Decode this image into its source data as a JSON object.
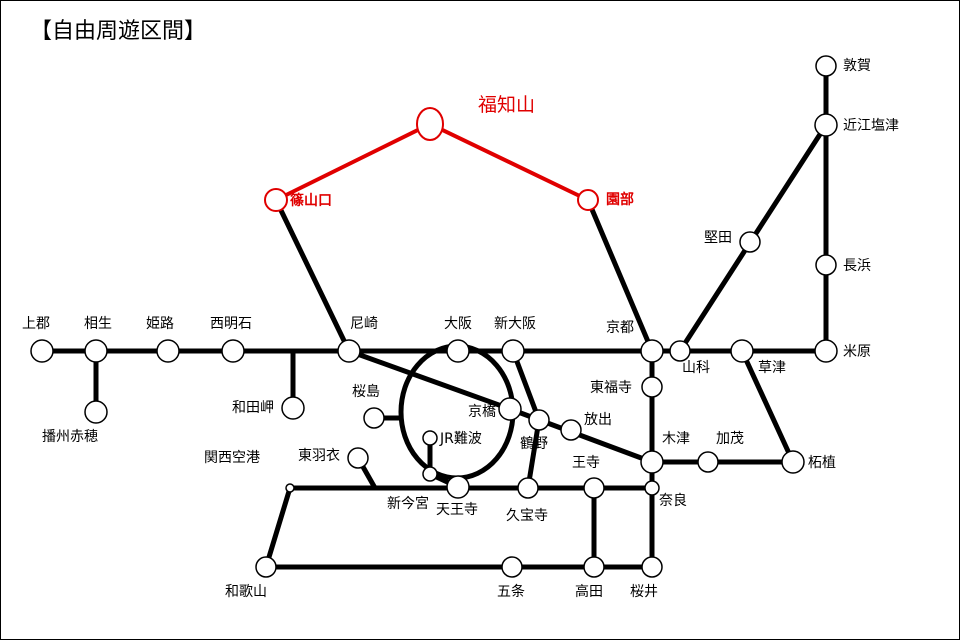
{
  "title": "【自由周遊区間】",
  "stations": {
    "kamigori": "上郡",
    "aioi": "相生",
    "himeji": "姫路",
    "nishiakashi": "西明石",
    "banshu_ako": "播州赤穂",
    "wadamisaki": "和田岬",
    "amagasaki": "尼崎",
    "sakurajima": "桜島",
    "osaka": "大阪",
    "shin_osaka": "新大阪",
    "kyobashi": "京橋",
    "jr_namba": "JR難波",
    "tsuruhashi": "鶴野",
    "hanaten": "放出",
    "shin_imamiya": "新今宮",
    "tennoji": "天王寺",
    "kudara": "久宝寺",
    "oji": "王寺",
    "kansai_airport": "関西空港",
    "higashi_hagoromo": "東羽衣",
    "wakayama": "和歌山",
    "gojo": "五条",
    "takada": "高田",
    "sakurai": "桜井",
    "nara": "奈良",
    "kyoto": "京都",
    "tofukuji": "東福寺",
    "kizu": "木津",
    "kamo": "加茂",
    "tsuge": "柘植",
    "yamashina": "山科",
    "kusatsu": "草津",
    "maibara": "米原",
    "katata": "堅田",
    "nagahama": "長浜",
    "omi_shiotsu": "近江塩津",
    "tsuruga": "敦賀",
    "fukuchiyama": "福知山",
    "sasayamaguchi": "篠山口",
    "sonobe": "園部"
  },
  "colors": {
    "line": "#000000",
    "highlight": "#e00000",
    "background": "#ffffff"
  }
}
